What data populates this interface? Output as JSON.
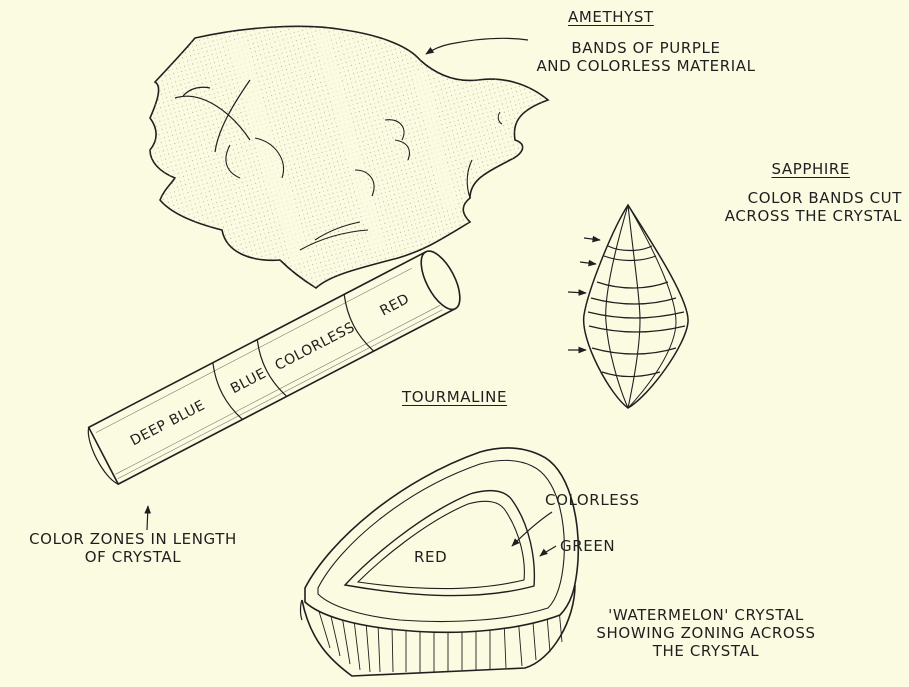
{
  "amethyst": {
    "title": "AMETHYST",
    "note_line1": "BANDS OF PURPLE",
    "note_line2": "AND COLORLESS MATERIAL"
  },
  "sapphire": {
    "title": "SAPPHIRE",
    "note_line1": "COLOR BANDS CUT",
    "note_line2": "ACROSS THE CRYSTAL"
  },
  "tourmaline": {
    "title": "TOURMALINE",
    "zones": [
      "DEEP BLUE",
      "BLUE",
      "COLORLESS",
      "RED"
    ],
    "length_note_line1": "COLOR ZONES IN LENGTH",
    "length_note_line2": "OF CRYSTAL"
  },
  "watermelon": {
    "core_label": "RED",
    "middle_label": "COLORLESS",
    "outer_label": "GREEN",
    "note_line1": "'WATERMELON' CRYSTAL",
    "note_line2": "SHOWING ZONING ACROSS",
    "note_line3": "THE CRYSTAL"
  },
  "colors": {
    "background": "#fbfbe2",
    "ink": "#1f1f1f"
  }
}
